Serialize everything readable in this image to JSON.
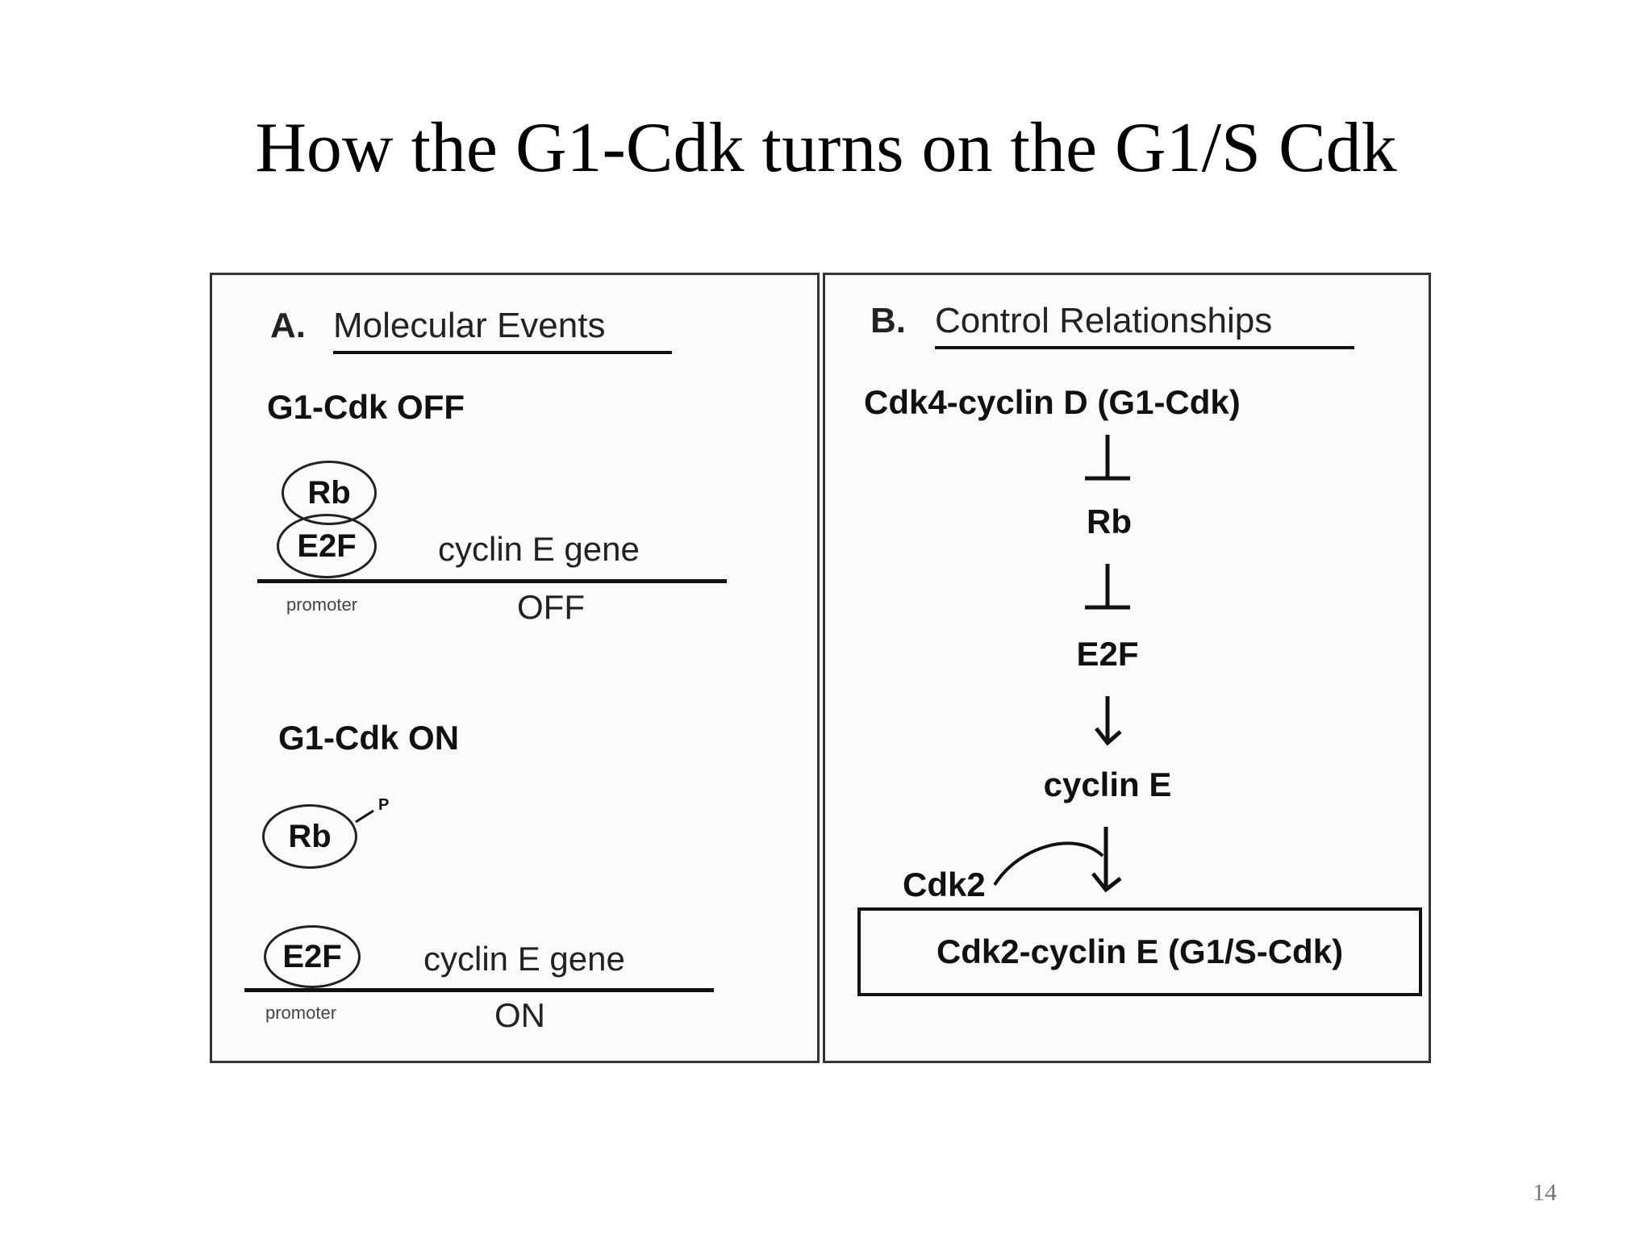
{
  "slide": {
    "title": "How the G1-Cdk turns on the G1/S Cdk",
    "page_number": "14"
  },
  "panel_a": {
    "letter": "A.",
    "heading": "Molecular Events",
    "off_state": {
      "label": "G1-Cdk OFF",
      "rb": "Rb",
      "e2f": "E2F",
      "gene": "cyclin E gene",
      "promoter": "promoter",
      "status": "OFF"
    },
    "on_state": {
      "label": "G1-Cdk ON",
      "rb": "Rb",
      "phospho": "P",
      "e2f": "E2F",
      "gene": "cyclin E gene",
      "promoter": "promoter",
      "status": "ON"
    }
  },
  "panel_b": {
    "letter": "B.",
    "heading": "Control Relationships",
    "nodes": {
      "top": "Cdk4-cyclin D (G1-Cdk)",
      "rb": "Rb",
      "e2f": "E2F",
      "cyclin_e": "cyclin E",
      "cdk2": "Cdk2",
      "final": "Cdk2-cyclin E (G1/S-Cdk)"
    }
  }
}
